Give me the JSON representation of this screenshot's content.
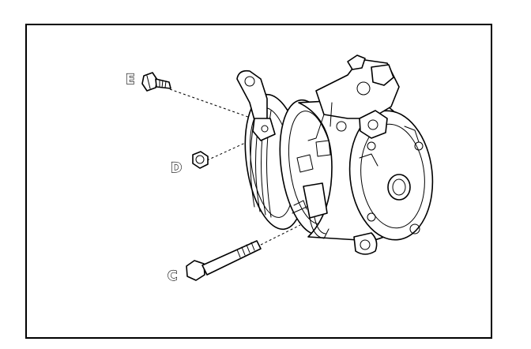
{
  "callouts": {
    "e": "E",
    "d": "D",
    "c": "C"
  },
  "colors": {
    "line": "#000000",
    "background": "#ffffff"
  }
}
